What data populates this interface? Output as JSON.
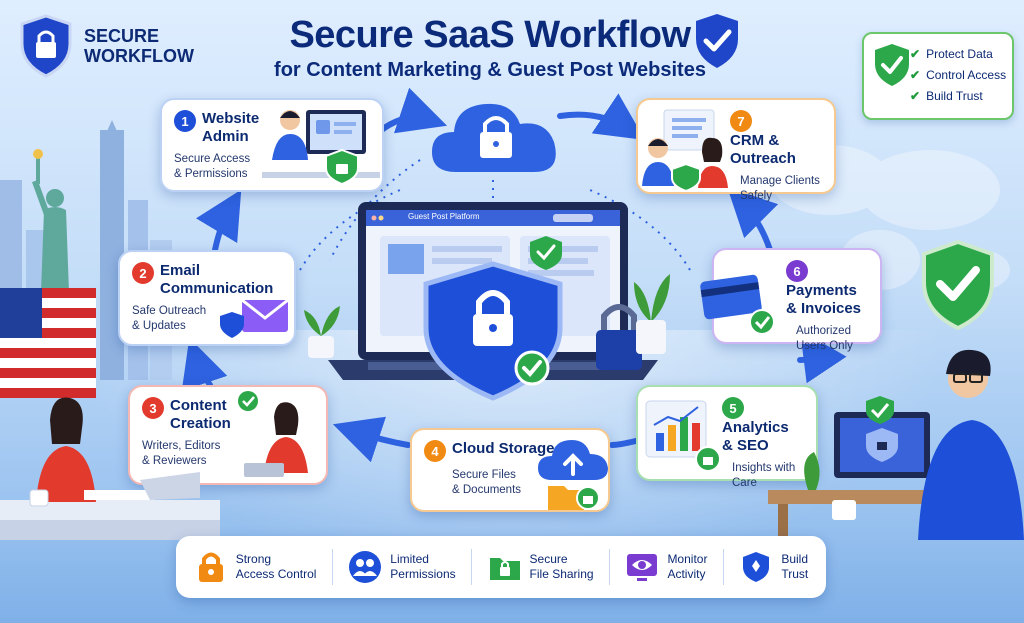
{
  "brand": {
    "line1": "SECURE",
    "line2": "WORKFLOW"
  },
  "header": {
    "title": "Secure SaaS Workflow",
    "subtitle": "for Content Marketing & Guest Post Websites"
  },
  "benefits": [
    "Protect Data",
    "Control Access",
    "Build Trust"
  ],
  "steps": [
    {
      "num": "1",
      "title": "Website Admin",
      "title_l1": "Website",
      "title_l2": "Admin",
      "desc_l1": "Secure Access",
      "desc_l2": "& Permissions"
    },
    {
      "num": "2",
      "title_l1": "Email",
      "title_l2": "Communication",
      "desc_l1": "Safe Outreach",
      "desc_l2": "& Updates"
    },
    {
      "num": "3",
      "title_l1": "Content",
      "title_l2": "Creation",
      "desc_l1": "Writers, Editors",
      "desc_l2": "& Reviewers"
    },
    {
      "num": "4",
      "title_l1": "Cloud Storage",
      "title_l2": "",
      "desc_l1": "Secure Files",
      "desc_l2": "& Documents"
    },
    {
      "num": "5",
      "title_l1": "Analytics",
      "title_l2": "& SEO",
      "desc_l1": "Insights with",
      "desc_l2": "Care"
    },
    {
      "num": "6",
      "title_l1": "Payments",
      "title_l2": "& Invoices",
      "desc_l1": "Authorized",
      "desc_l2": "Users Only"
    },
    {
      "num": "7",
      "title_l1": "CRM &",
      "title_l2": "Outreach",
      "desc_l1": "Manage Clients",
      "desc_l2": "Safely"
    }
  ],
  "laptop": {
    "window_title": "Guest Post Platform"
  },
  "bottom": [
    {
      "label": "Strong\nAccess Control",
      "icon": "lock-icon"
    },
    {
      "label": "Limited\nPermissions",
      "icon": "users-icon"
    },
    {
      "label": "Secure\nFile Sharing",
      "icon": "secure-folder-icon"
    },
    {
      "label": "Monitor\nActivity",
      "icon": "eye-icon"
    },
    {
      "label": "Build\nTrust",
      "icon": "shield-icon"
    }
  ],
  "colors": {
    "navy": "#0c2a7a",
    "blue": "#1d4fd8",
    "green": "#2ca84a",
    "red": "#e23b2e",
    "orange": "#f08a12",
    "violet": "#7a3bd0"
  }
}
